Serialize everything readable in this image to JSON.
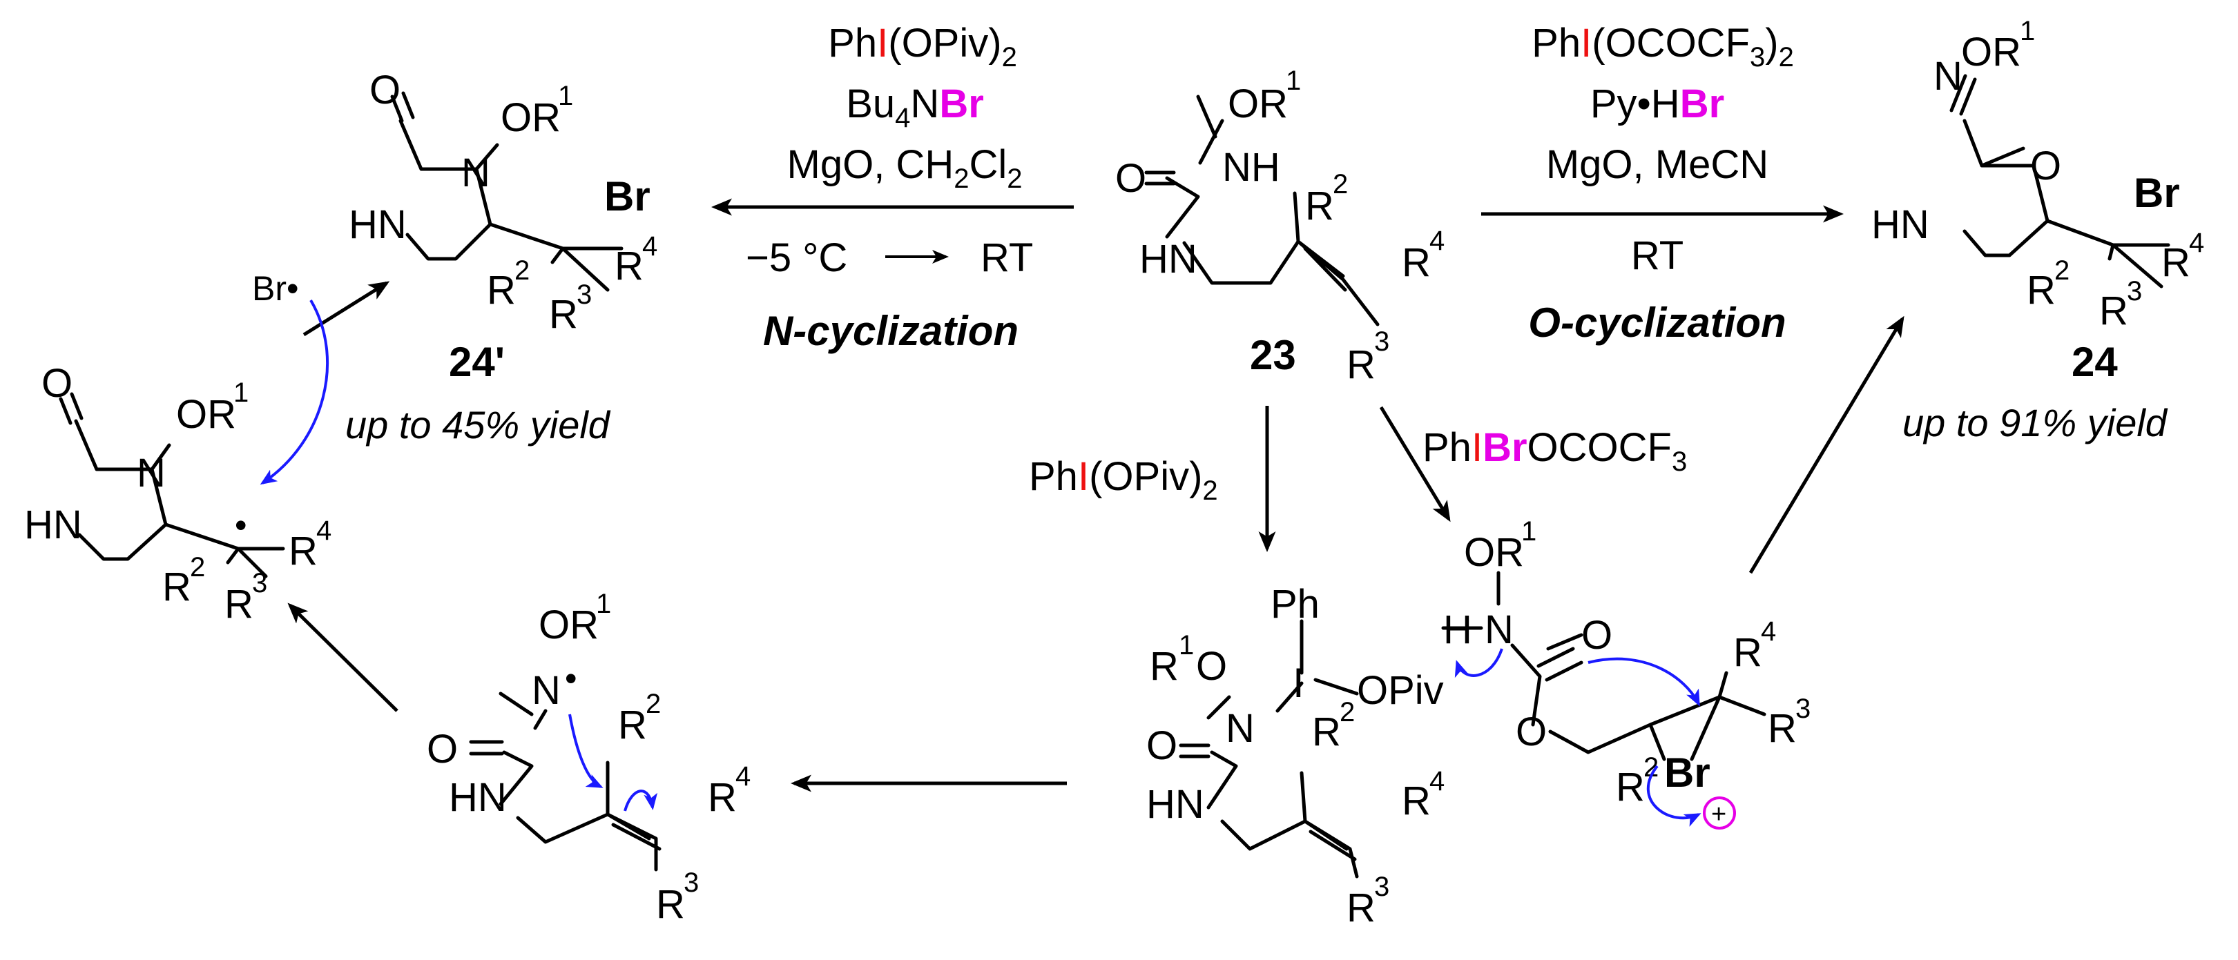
{
  "atoms": {
    "O": "O",
    "N": "N",
    "H": "H",
    "HN": "HN",
    "NH": "NH",
    "OR": "OR",
    "R": "R",
    "Br": "Br",
    "I": "I",
    "Ph": "Ph",
    "OPiv": "OPiv",
    "sup1": "1",
    "sup2": "2",
    "sup3": "3",
    "sup4": "4",
    "radical_dot": "•"
  },
  "compounds": {
    "c23": {
      "label": "23"
    },
    "c24": {
      "label": "24",
      "yield": "up to 91% yield"
    },
    "c24p": {
      "label": "24'",
      "yield": "up to 45% yield"
    }
  },
  "reagents": {
    "left": {
      "r1_pre": "Ph",
      "r1_I": "I",
      "r1_post": "(OPiv)",
      "r1_sub": "2",
      "r2_pre": "Bu",
      "r2_sub": "4",
      "r2_mid": "N",
      "r2_Br": "Br",
      "r3_pre": "MgO, CH",
      "r3_sub1": "2",
      "r3_mid": "Cl",
      "r3_sub2": "2",
      "temp_from": "−5 °C",
      "temp_to": "RT",
      "mode": "N-cyclization"
    },
    "right": {
      "r1_pre": "Ph",
      "r1_I": "I",
      "r1_post": "(OCOCF",
      "r1_sub1": "3",
      "r1_end": ")",
      "r1_sub2": "2",
      "r2_pre": "Py•H",
      "r2_Br": "Br",
      "r3": "MgO, MeCN",
      "temp": "RT",
      "mode": "O-cyclization"
    },
    "down": {
      "pre": "Ph",
      "I": "I",
      "post": "(OPiv)",
      "sub": "2"
    },
    "diag": {
      "pre": "Ph",
      "I": "I",
      "Br": "Br",
      "post": "OCOCF",
      "sub": "3"
    }
  },
  "intermediates": {
    "bromonium_charge": "+",
    "radical_species": "Br•"
  },
  "colors": {
    "highlight": "#e600e6",
    "iodine": "#ee1111",
    "mechanism_arrow": "#1a1aff"
  }
}
